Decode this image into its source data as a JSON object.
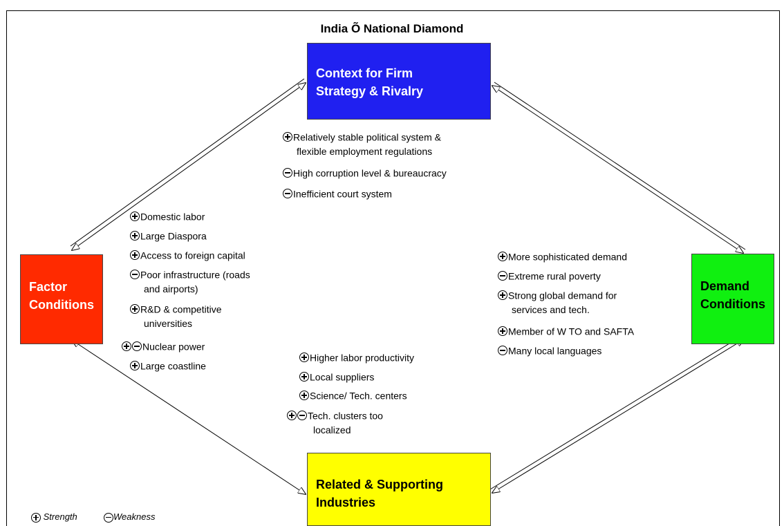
{
  "title": "India Õ National Diamond",
  "boxes": {
    "top": [
      "Context for Firm",
      "Strategy & Rivalry"
    ],
    "left": [
      "Factor",
      "Conditions"
    ],
    "right": [
      "Demand",
      "Conditions"
    ],
    "bottom": [
      "Related & Supporting",
      "Industries"
    ]
  },
  "strategy_items": [
    {
      "signs": [
        "plus"
      ],
      "lines": [
        "Relatively stable political system &",
        "flexible employment regulations"
      ]
    },
    {
      "signs": [
        "minus"
      ],
      "lines": [
        "High corruption level & bureaucracy"
      ]
    },
    {
      "signs": [
        "minus"
      ],
      "lines": [
        "Inefficient court system"
      ]
    }
  ],
  "factor_items": [
    {
      "signs": [
        "plus"
      ],
      "lines": [
        "Domestic labor"
      ]
    },
    {
      "signs": [
        "plus"
      ],
      "lines": [
        "Large Diaspora"
      ]
    },
    {
      "signs": [
        "plus"
      ],
      "lines": [
        "Access to foreign capital"
      ]
    },
    {
      "signs": [
        "minus"
      ],
      "lines": [
        "Poor infrastructure (roads",
        "and airports)"
      ]
    },
    {
      "signs": [
        "plus"
      ],
      "lines": [
        "R&D & competitive",
        "universities"
      ]
    },
    {
      "signs": [
        "plus",
        "minus"
      ],
      "lines": [
        "Nuclear power"
      ]
    },
    {
      "signs": [
        "plus"
      ],
      "lines": [
        "Large coastline"
      ]
    }
  ],
  "demand_items": [
    {
      "signs": [
        "plus"
      ],
      "lines": [
        "More sophisticated demand"
      ]
    },
    {
      "signs": [
        "minus"
      ],
      "lines": [
        "Extreme rural poverty"
      ]
    },
    {
      "signs": [
        "plus"
      ],
      "lines": [
        "Strong global demand for",
        "services and tech."
      ]
    },
    {
      "signs": [
        "plus"
      ],
      "lines": [
        "Member of W TO and SAFTA"
      ]
    },
    {
      "signs": [
        "minus"
      ],
      "lines": [
        "Many local languages"
      ]
    }
  ],
  "related_items": [
    {
      "signs": [
        "plus"
      ],
      "lines": [
        "Higher labor productivity"
      ]
    },
    {
      "signs": [
        "plus"
      ],
      "lines": [
        "Local suppliers"
      ]
    },
    {
      "signs": [
        "plus"
      ],
      "lines": [
        "Science/ Tech. centers"
      ]
    },
    {
      "signs": [
        "plus",
        "minus"
      ],
      "lines": [
        "Tech. clusters too",
        "localized"
      ]
    }
  ],
  "legend": {
    "strength": "Strength",
    "weakness": "Weakness"
  }
}
